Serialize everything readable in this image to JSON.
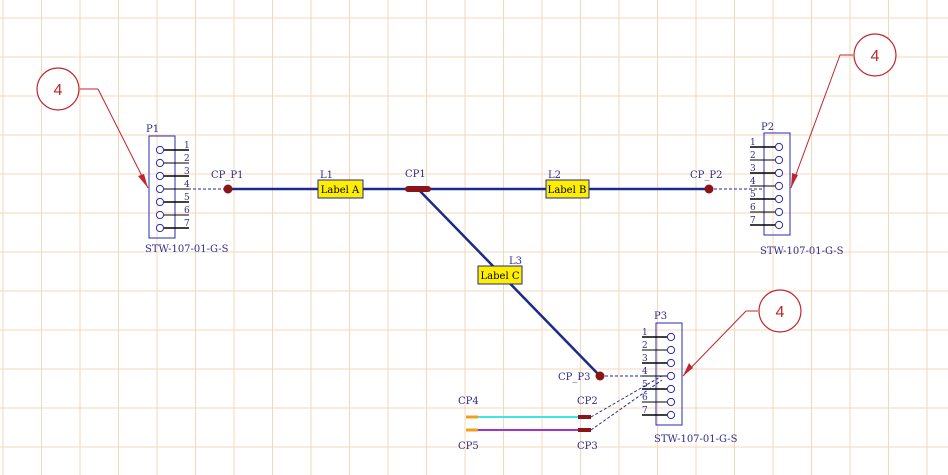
{
  "colors": {
    "grid": "#f6d7b9",
    "wire": "#1c2a8a",
    "connector": "#2a2ab0",
    "label_fill": "#ffee00",
    "junction": "#8b1418",
    "callout": "#c0262c",
    "wire_cyan": "#3fe3e8",
    "wire_purple": "#9a36d6",
    "wire_end_orange": "#f0a020"
  },
  "connectors": {
    "p1": {
      "name": "P1",
      "part": "STW-107-01-G-S",
      "pins": [
        "1",
        "2",
        "3",
        "4",
        "5",
        "6",
        "7"
      ]
    },
    "p2": {
      "name": "P2",
      "part": "STW-107-01-G-S",
      "pins": [
        "1",
        "2",
        "3",
        "4",
        "5",
        "6",
        "7"
      ]
    },
    "p3": {
      "name": "P3",
      "part": "STW-107-01-G-S",
      "pins": [
        "1",
        "2",
        "3",
        "4",
        "5",
        "6",
        "7"
      ]
    }
  },
  "labels": {
    "l1": {
      "name": "L1",
      "text": "Label A"
    },
    "l2": {
      "name": "L2",
      "text": "Label B"
    },
    "l3": {
      "name": "L3",
      "text": "Label C"
    }
  },
  "points": {
    "cp_p1": "CP_P1",
    "cp1": "CP1",
    "cp_p2": "CP_P2",
    "cp_p3": "CP_P3",
    "cp2": "CP2",
    "cp3": "CP3",
    "cp4": "CP4",
    "cp5": "CP5"
  },
  "callouts": [
    "4",
    "4",
    "4"
  ]
}
